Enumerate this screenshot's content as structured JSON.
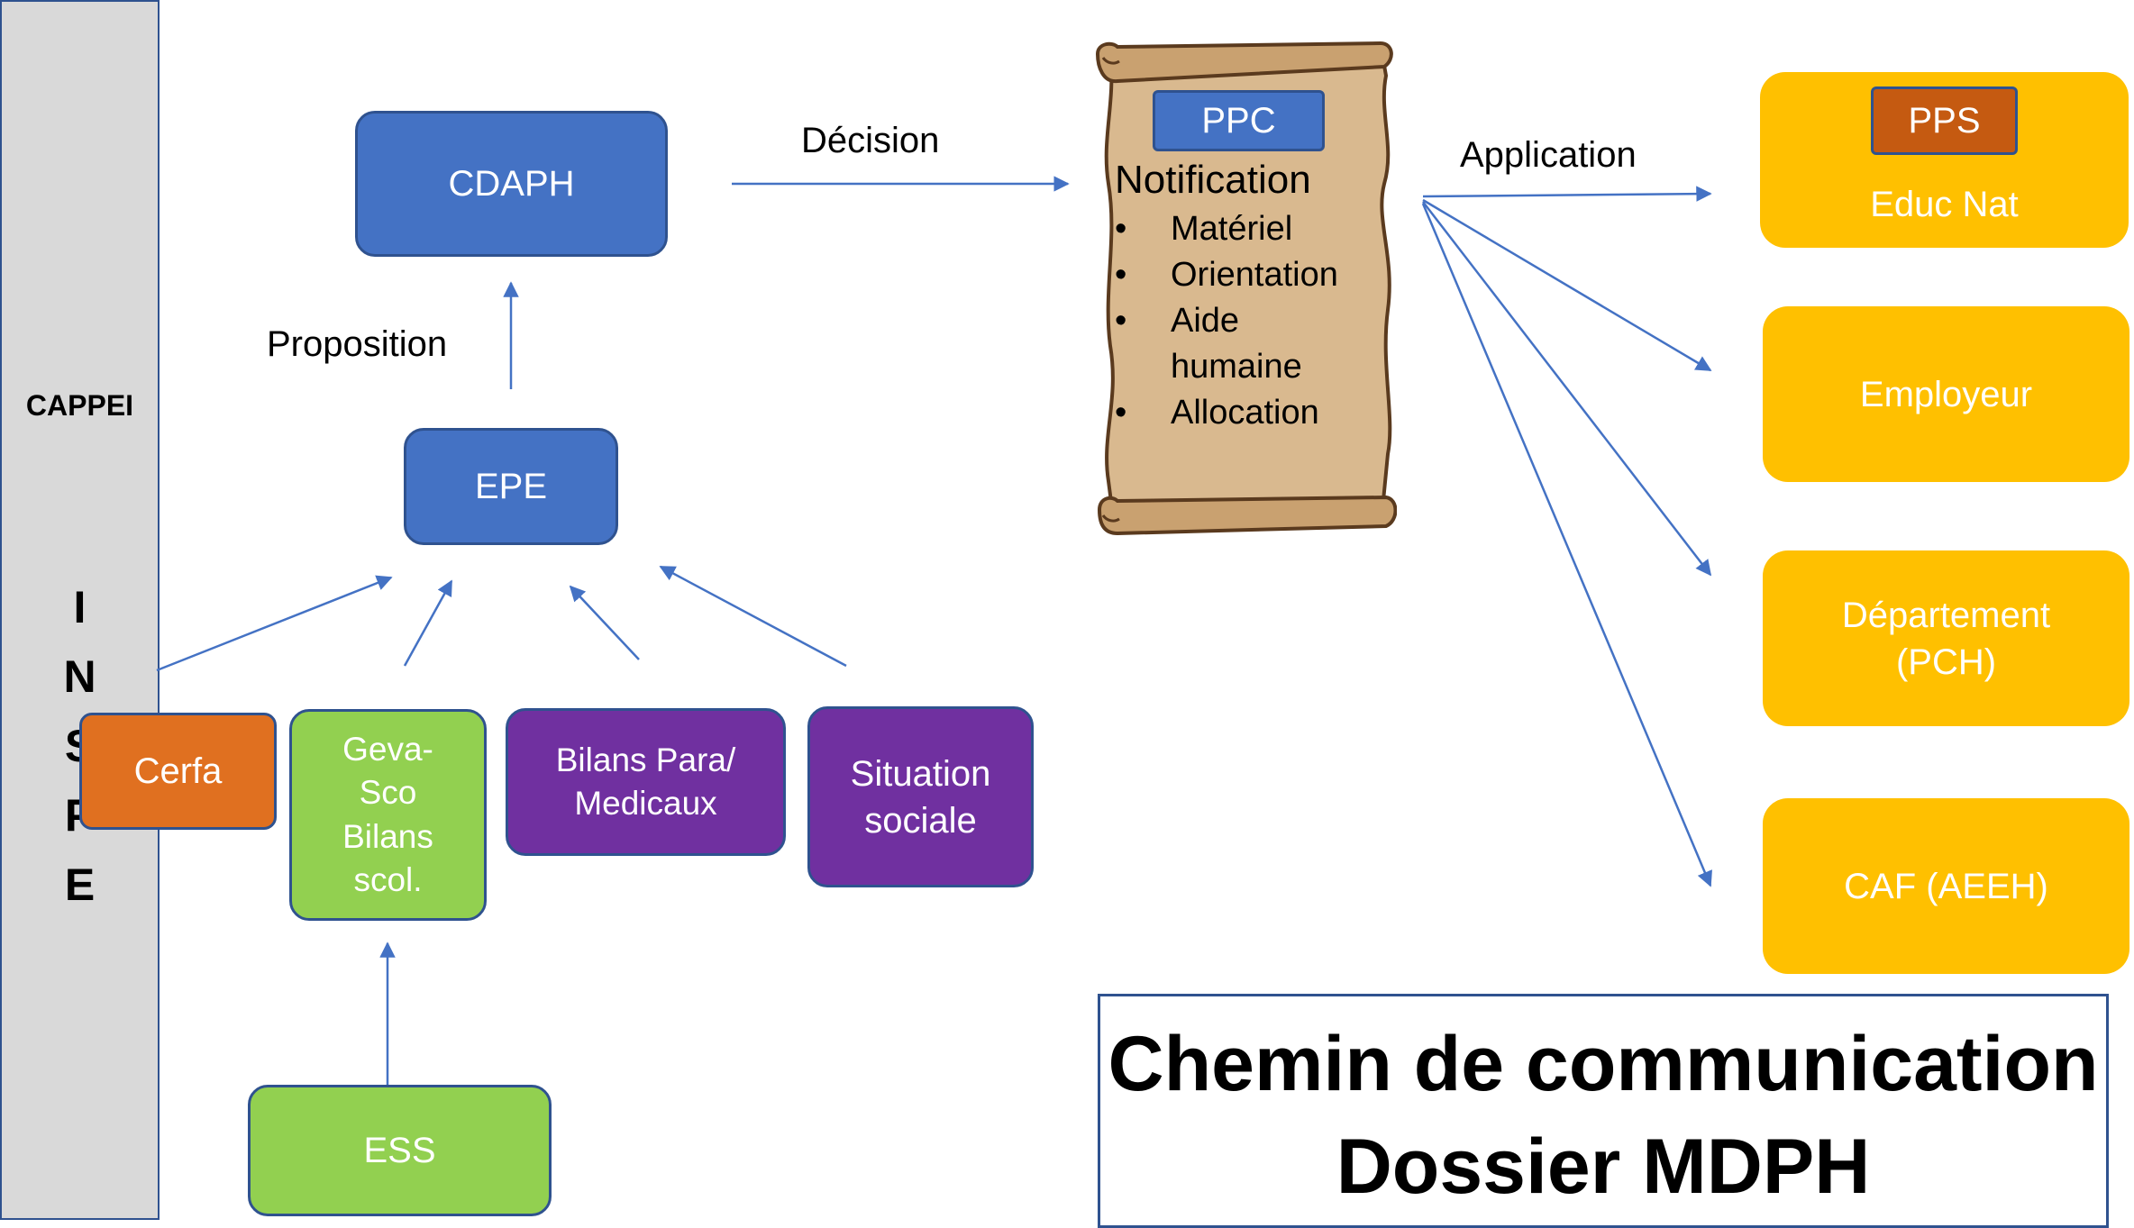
{
  "sidebar": {
    "heading": "CAPPEI",
    "vertical_letters": "I\nN\nS\nP\nE"
  },
  "nodes": {
    "cdaph": "CDAPH",
    "epe": "EPE",
    "cerfa": "Cerfa",
    "geva_sco": "Geva-\nSco\nBilans\nscol.",
    "bilans": "Bilans Para/\nMedicaux",
    "situation": "Situation\nsociale",
    "ess": "ESS"
  },
  "labels": {
    "decision": "Décision",
    "proposition": "Proposition",
    "application": "Application"
  },
  "scroll": {
    "badge": "PPC",
    "title": "Notification",
    "items": [
      "Matériel",
      "Orientation",
      "Aide",
      "humaine",
      "Allocation"
    ]
  },
  "targets": {
    "pps_badge": "PPS",
    "educ_nat": "Educ Nat",
    "employeur": "Employeur",
    "departement": "Département\n(PCH)",
    "caf": "CAF (AEEH)"
  },
  "title": {
    "line1": "Chemin de communication",
    "line2": "Dossier MDPH"
  },
  "colors": {
    "blue": "#4472c4",
    "orange": "#e07020",
    "green": "#92d050",
    "purple": "#7030a0",
    "yellow": "#ffc000",
    "pps_badge": "#c55a11",
    "arrow": "#4472c4",
    "sidebar": "#d9d9d9"
  }
}
